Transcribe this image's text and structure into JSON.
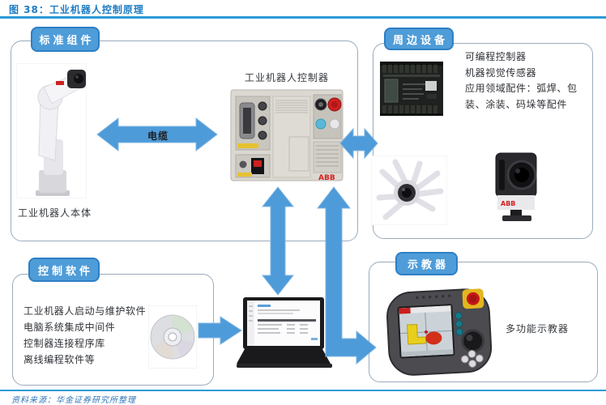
{
  "header": {
    "title": "图 38：工业机器人控制原理"
  },
  "footer": {
    "source": "资料来源：华金证券研究所整理"
  },
  "groups": {
    "standard": {
      "label": "标准组件",
      "robot_caption": "工业机器人本体",
      "controller_caption": "工业机器人控制器"
    },
    "peripheral": {
      "label": "周边设备",
      "lines": [
        "可编程控制器",
        "机器视觉传感器",
        "应用领域配件：弧焊、包装、涂装、码垛等配件"
      ]
    },
    "software": {
      "label": "控制软件",
      "lines": [
        "工业机器人启动与维护软件",
        "电脑系统集成中间件",
        "控制器连接程序库",
        "离线编程软件等"
      ]
    },
    "teach": {
      "label": "示教器",
      "caption": "多功能示教器"
    }
  },
  "arrows": {
    "cable_label": "电缆"
  },
  "brands": {
    "controller": "ABB",
    "camera": "ABB"
  },
  "colors": {
    "accent_line": "#2e9bd6",
    "title_blue": "#1e7cc2",
    "label_fill": "#4e9cd8",
    "label_border": "#2e7fc4",
    "arrow_fill": "#4e9bd9",
    "box_border": "#9aabbc",
    "source_blue": "#2e75b6"
  }
}
